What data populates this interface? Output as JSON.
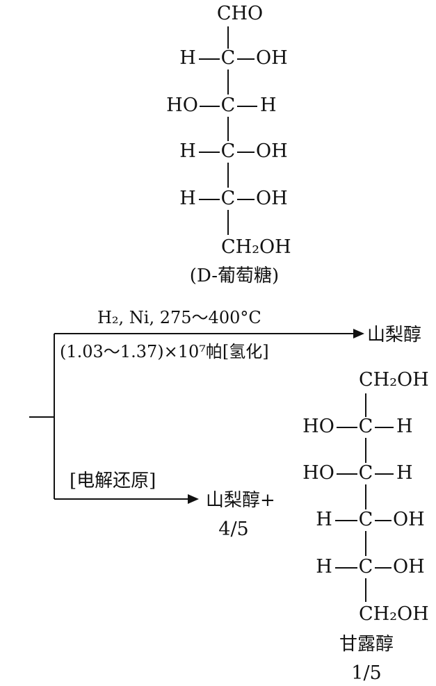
{
  "glucose": {
    "top": "CHO",
    "rows": [
      {
        "left": "H",
        "center": "C",
        "right": "OH"
      },
      {
        "left": "HO",
        "center": "C",
        "right": "H"
      },
      {
        "left": "H",
        "center": "C",
        "right": "OH"
      },
      {
        "left": "H",
        "center": "C",
        "right": "OH"
      }
    ],
    "bottom": "CH₂OH",
    "name": "(D-葡萄糖)"
  },
  "reaction_upper": {
    "condition_top": "H₂, Ni, 275～400°C",
    "condition_bottom": "(1.03～1.37)×10⁷帕[氢化]",
    "product": "山梨醇"
  },
  "reaction_lower": {
    "condition": "[电解还原]",
    "product": "山梨醇+",
    "ratio": "4/5"
  },
  "mannitol": {
    "top": "CH₂OH",
    "rows": [
      {
        "left": "HO",
        "center": "C",
        "right": "H"
      },
      {
        "left": "HO",
        "center": "C",
        "right": "H"
      },
      {
        "left": "H",
        "center": "C",
        "right": "OH"
      },
      {
        "left": "H",
        "center": "C",
        "right": "OH"
      }
    ],
    "bottom": "CH₂OH",
    "name": "甘露醇",
    "ratio": "1/5"
  }
}
